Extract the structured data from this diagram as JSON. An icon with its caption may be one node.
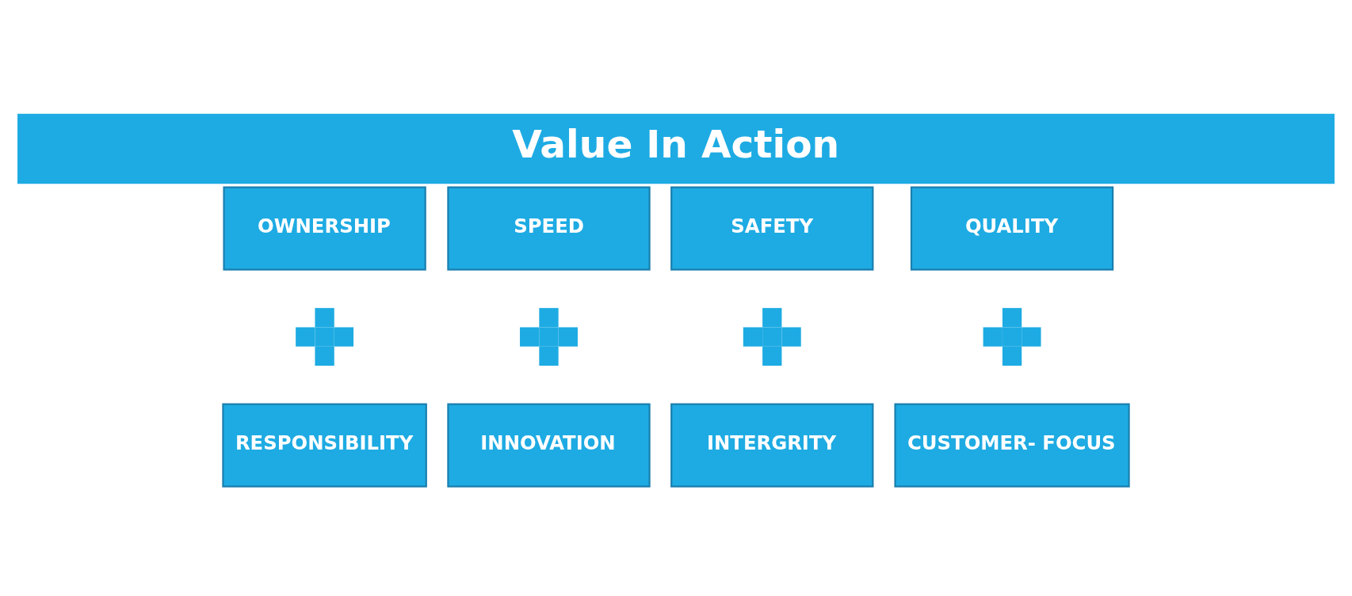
{
  "diagram": {
    "title": "Value In Action",
    "nodes": [
      {
        "text": [
          "OWNERSHIP"
        ]
      },
      {
        "text": [
          "SPEED"
        ]
      },
      {
        "text": [
          "SAFETY"
        ]
      },
      {
        "text": [
          "QUALITY"
        ]
      },
      {
        "text": [],
        "shape": "plus"
      },
      {
        "text": [],
        "shape": "plus"
      },
      {
        "text": [],
        "shape": "plus"
      },
      {
        "text": [],
        "shape": "plus"
      },
      {
        "text": [
          "RESPONSIBILITY"
        ]
      },
      {
        "text": [
          "INNOVATION"
        ]
      },
      {
        "text": [
          "INTERGRITY"
        ]
      },
      {
        "text": [
          "CUSTOMER- FOCUS"
        ]
      }
    ]
  }
}
